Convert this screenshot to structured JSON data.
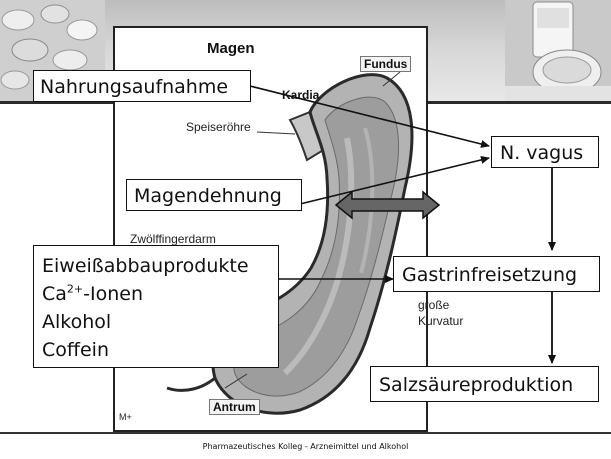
{
  "illustration": {
    "title": "Magen",
    "label_fundus": "Fundus",
    "label_kardia": "Kardia",
    "label_speiseroehre": "Speiseröhre",
    "label_zwoelffingerdarm": "Zwölffingerdarm",
    "label_grosse_kurvatur_1": "große",
    "label_grosse_kurvatur_2": "Kurvatur",
    "label_antrum": "Antrum",
    "label_mplus": "M+"
  },
  "boxes": {
    "nahrungsaufnahme": "Nahrungsaufnahme",
    "n_vagus": "N. vagus",
    "magendehnung": "Magendehnung",
    "gastrinfreisetzung": "Gastrinfreisetzung",
    "salzsaeureproduktion": "Salzsäureproduktion",
    "stimuli": {
      "line1": "Eiweißabbauprodukte",
      "line2_base": "Ca",
      "line2_sup": "2+",
      "line2_rest": "-Ionen",
      "line3": "Alkohol",
      "line4": "Coffein"
    }
  },
  "footer": "Pharmazeutisches Kolleg - Arzneimittel und Alkohol",
  "colors": {
    "header_gray": "#d0d0d0",
    "stomach_tissue": "#b5b5b5",
    "double_arrow_fill": "#666666"
  }
}
